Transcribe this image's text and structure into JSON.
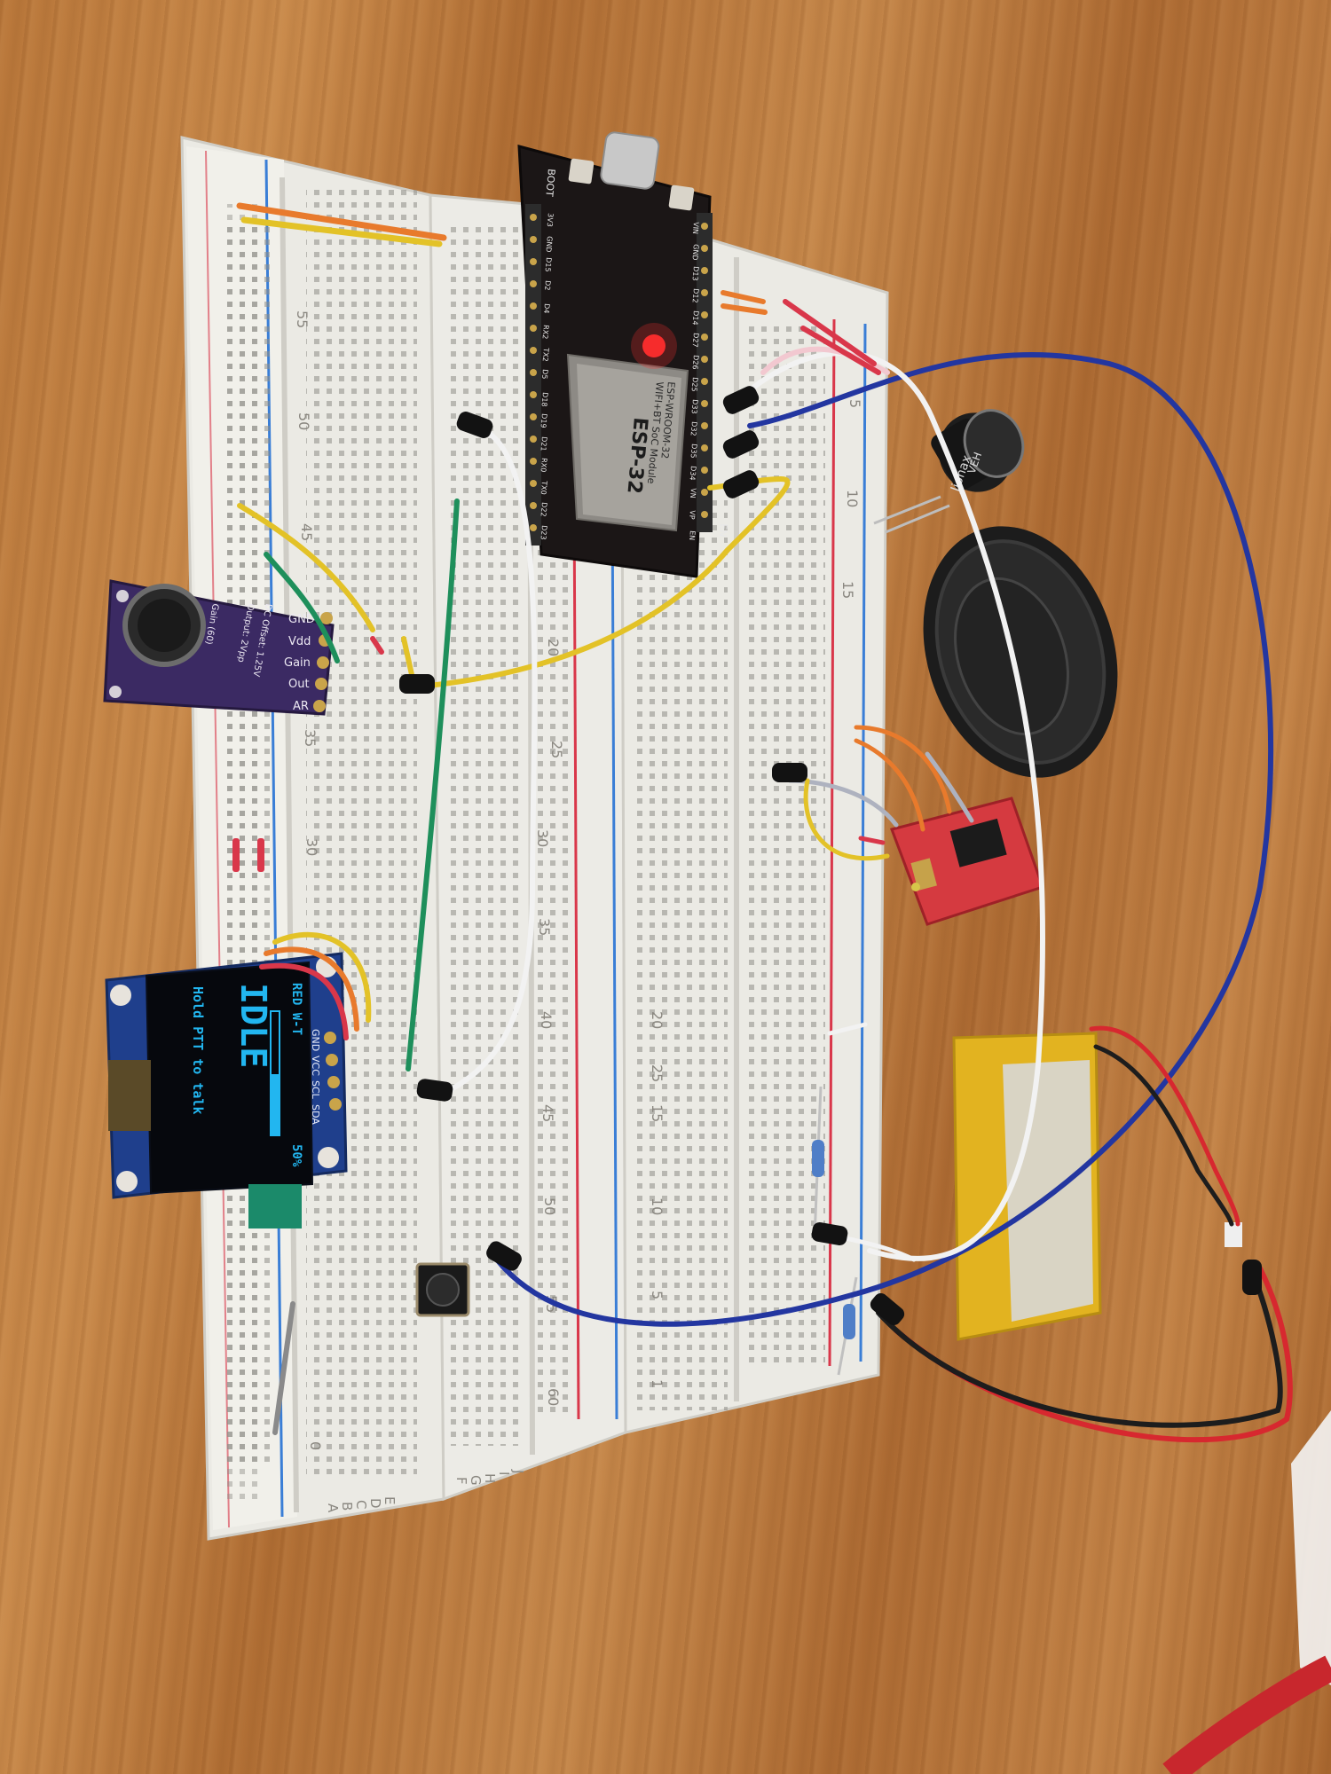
{
  "oled": {
    "status_top": "RED W-T",
    "mode": "IDLE",
    "hint": "Hold PTT to talk",
    "level": "50%"
  },
  "oled_header": {
    "pins": [
      "GND",
      "VCC",
      "SCL",
      "SDA"
    ]
  },
  "mic_module": {
    "pins": [
      "GND",
      "Vdd",
      "Gain",
      "Out",
      "AR"
    ],
    "notes": [
      "Gain (60)",
      "Output: 2Vpp",
      "DC Offset: 1.25V"
    ]
  },
  "esp32": {
    "chip_label": "ESP-32",
    "module_line1": "WIFI+BT SoC Module",
    "module_line2": "ESP-WROOM-32",
    "boot_label": "BOOT",
    "en_label": "EN",
    "pins_left": [
      "3V3",
      "GND",
      "D15",
      "D2",
      "D4",
      "RX2",
      "TX2",
      "D5",
      "D18",
      "D19",
      "D21",
      "RX0",
      "TX0",
      "D22",
      "D23"
    ],
    "pins_right": [
      "VIN",
      "GND",
      "D13",
      "D12",
      "D14",
      "D27",
      "D26",
      "D25",
      "D33",
      "D32",
      "D35",
      "D34",
      "VN",
      "VP",
      "EN"
    ]
  },
  "breadboard": {
    "row_numbers": [
      "55",
      "50",
      "45",
      "40",
      "35",
      "30",
      "25",
      "20",
      "15",
      "10",
      "5",
      "0"
    ],
    "right_row_numbers": [
      "60",
      "55",
      "50",
      "45",
      "40",
      "35",
      "30",
      "25",
      "20",
      "15",
      "10",
      "5",
      "1"
    ],
    "column_letters_left": [
      "A",
      "B",
      "C",
      "D",
      "E"
    ],
    "column_letters_right": [
      "F",
      "G",
      "H",
      "I",
      "J"
    ]
  },
  "capacitor": {
    "brand": "Jionax",
    "marking": "VEH"
  },
  "colors": {
    "wood": "#b9773a",
    "breadboard": "#ecebe6",
    "rail_red": "#d9374a",
    "rail_blue": "#3a7ed6",
    "oled_text": "#22b6f0",
    "pcb_purple": "#3b2a63",
    "pcb_blue": "#1f3f8c",
    "amp_red": "#d53a40",
    "wire_blue": "#2336a0",
    "wire_yellow": "#e3c227",
    "wire_white": "#f2f2f2",
    "wire_green": "#1e8f5b",
    "wire_orange": "#e87a2c"
  }
}
